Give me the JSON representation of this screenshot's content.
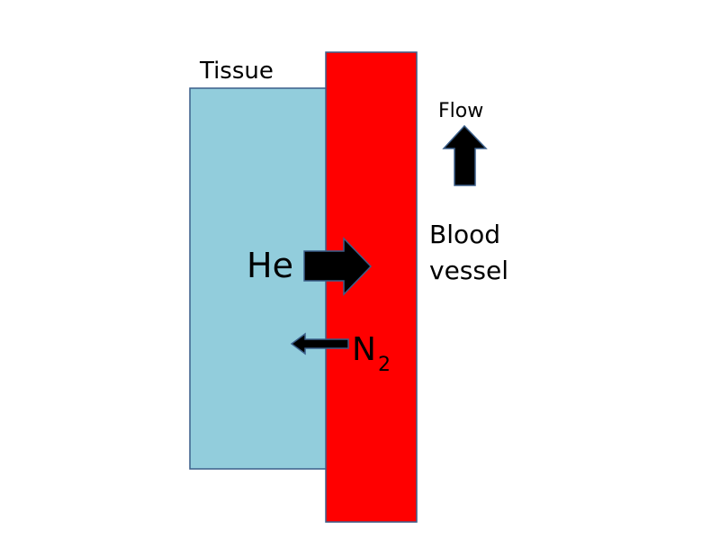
{
  "labels": {
    "tissue": "Tissue",
    "flow": "Flow",
    "blood_vessel_line1": "Blood",
    "blood_vessel_line2": "vessel",
    "helium": "He",
    "nitrogen": "N",
    "nitrogen_subscript": "2"
  },
  "colors": {
    "tissue": "#92cddc",
    "vessel": "#ff0000",
    "outline": "#3b5f8a",
    "arrow": "#000000"
  }
}
